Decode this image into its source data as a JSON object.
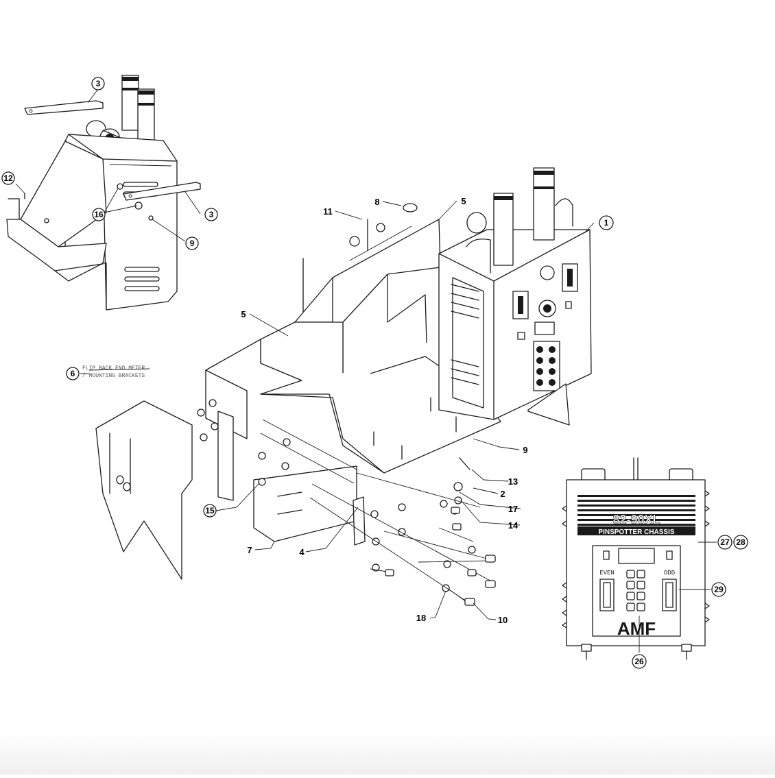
{
  "callouts": {
    "c1": "1",
    "c2": "2",
    "c3a": "3",
    "c3b": "3",
    "c4": "4",
    "c5a": "5",
    "c5b": "5",
    "c6": "6",
    "c7": "7",
    "c8": "8",
    "c9a": "9",
    "c9b": "9",
    "c10": "10",
    "c11": "11",
    "c12": "12",
    "c13": "13",
    "c14": "14",
    "c15": "15",
    "c16": "16",
    "c17": "17",
    "c18": "18",
    "c26": "26",
    "c27": "27",
    "c28": "28",
    "c29": "29"
  },
  "note_6": [
    "FLIP BACK END METER",
    "/ MOUNTING BRACKETS"
  ],
  "chassis_front": {
    "model": "82-90XL",
    "subtitle": "PINSPOTTER CHASSIS",
    "left_label": "EVEN",
    "right_label": "ODD",
    "brand": "AMF"
  }
}
